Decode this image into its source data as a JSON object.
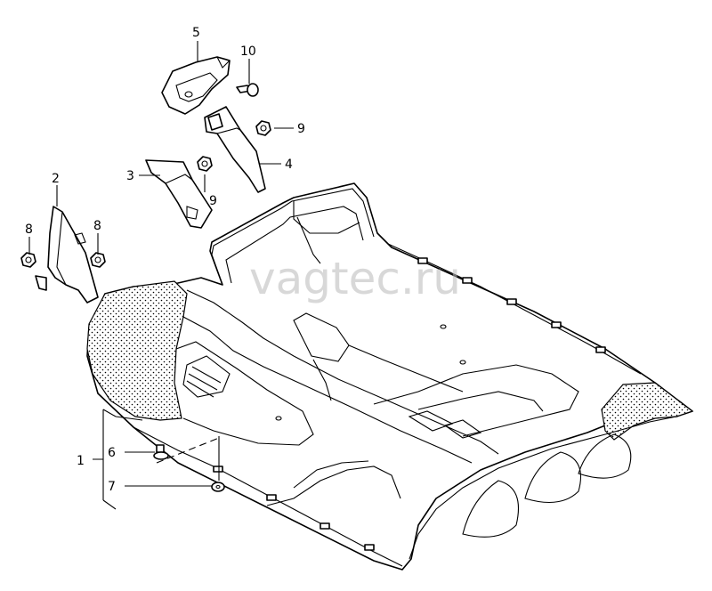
{
  "watermark": "vagtec.ru",
  "callouts": {
    "c1": "1",
    "c2": "2",
    "c3": "3",
    "c4": "4",
    "c5": "5",
    "c6": "6",
    "c7": "7",
    "c8a": "8",
    "c8b": "8",
    "c9a": "9",
    "c9b": "9",
    "c10": "10"
  }
}
